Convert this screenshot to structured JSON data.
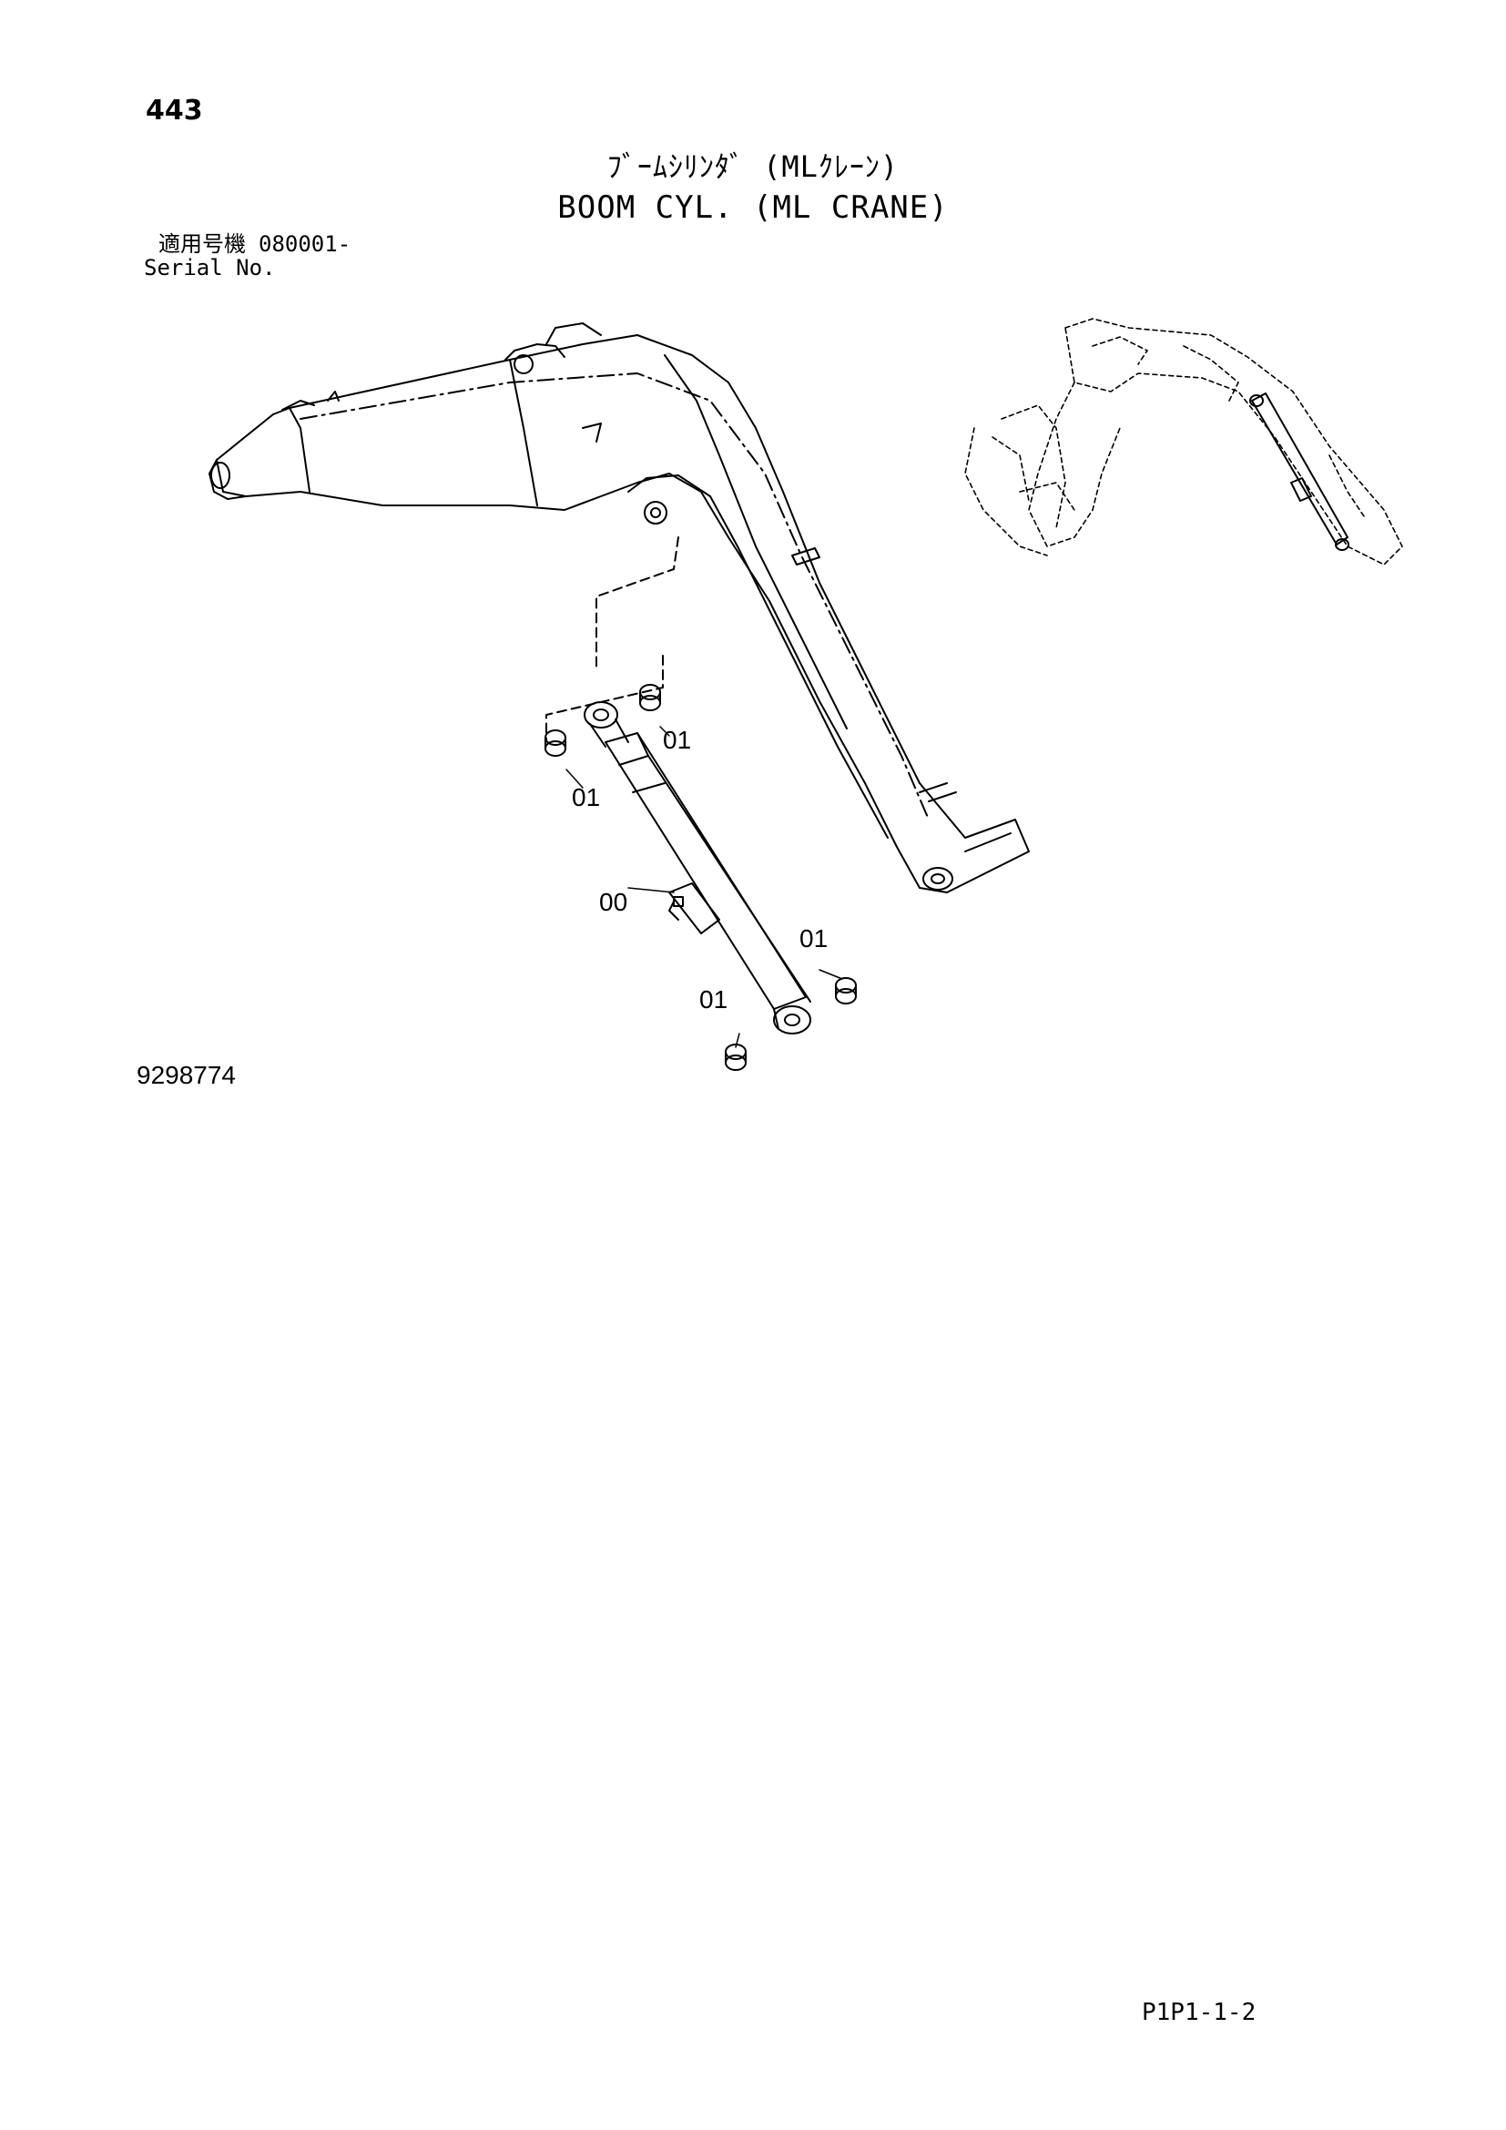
{
  "header": {
    "page_number": "443",
    "title_jp": "ﾌﾞｰﾑｼﾘﾝﾀﾞ (MLｸﾚｰﾝ)",
    "title_en": "BOOM CYL. (ML CRANE)"
  },
  "serial": {
    "label_jp": "適用号機",
    "value": "080001-",
    "label_en": "Serial No."
  },
  "diagram": {
    "callouts": [
      {
        "id": "c1",
        "text": "01"
      },
      {
        "id": "c2",
        "text": "01"
      },
      {
        "id": "c3",
        "text": "00"
      },
      {
        "id": "c4",
        "text": "01"
      },
      {
        "id": "c5",
        "text": "01"
      }
    ]
  },
  "footer": {
    "drawing_number": "9298774",
    "page_code": "P1P1-1-2"
  }
}
